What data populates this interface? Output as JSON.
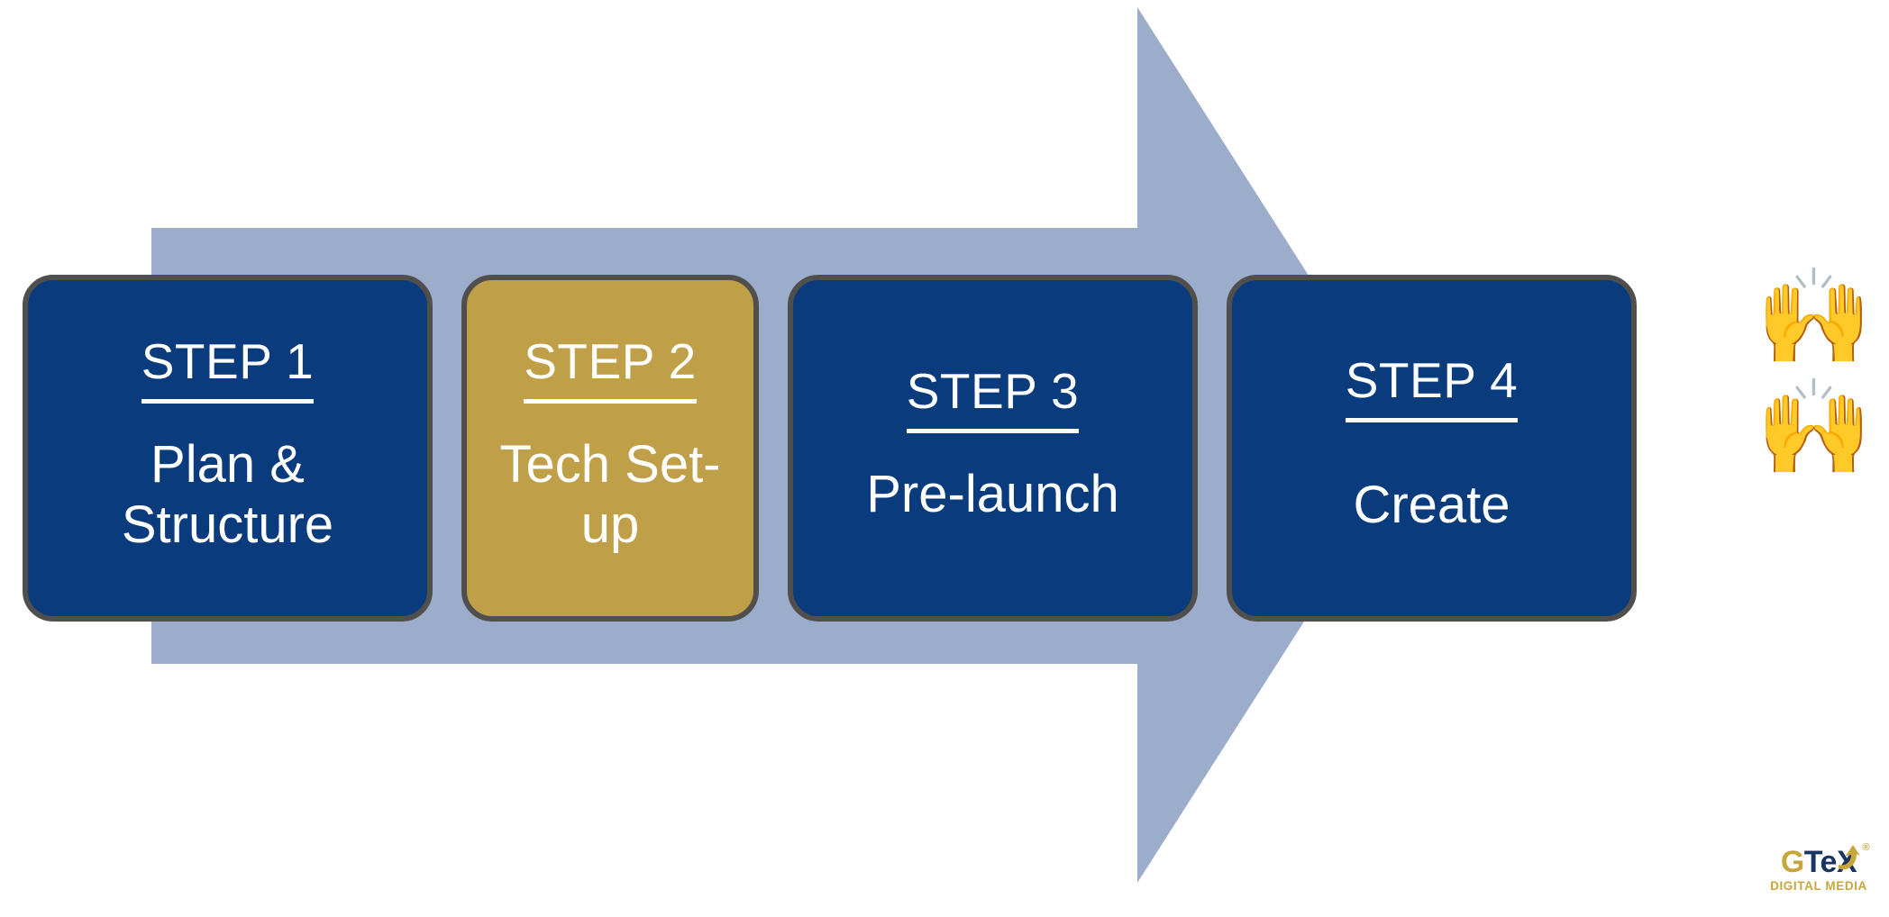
{
  "slide": {
    "background_color": "#ffffff",
    "arrow": {
      "name": "process-arrow",
      "fill_color": "#9cadcb"
    }
  },
  "steps": [
    {
      "id": "step-1",
      "kicker": "STEP 1",
      "title": "Plan & Structure",
      "style": "navy",
      "fill_color": "#0a3b7c",
      "text_color": "#ffffff"
    },
    {
      "id": "step-2",
      "kicker": "STEP 2",
      "title": "Tech Set-up",
      "style": "gold",
      "fill_color": "#bfa048",
      "text_color": "#ffffff"
    },
    {
      "id": "step-3",
      "kicker": "STEP 3",
      "title": "Pre-launch",
      "style": "navy",
      "fill_color": "#0a3b7c",
      "text_color": "#ffffff"
    },
    {
      "id": "step-4",
      "kicker": "STEP 4",
      "title": "Create",
      "style": "navy",
      "fill_color": "#0a3b7c",
      "text_color": "#ffffff"
    }
  ],
  "decorations": {
    "emoji": [
      {
        "name": "raising-hands-emoji",
        "glyph": "🙌"
      },
      {
        "name": "raising-hands-emoji",
        "glyph": "🙌"
      }
    ]
  },
  "logo": {
    "name": "gtex-digital-media-logo",
    "mark_g": "G",
    "mark_tex": "TeX",
    "registered": "®",
    "tagline": "DIGITAL MEDIA",
    "gold": "#c8a63c",
    "navy": "#17355f"
  }
}
